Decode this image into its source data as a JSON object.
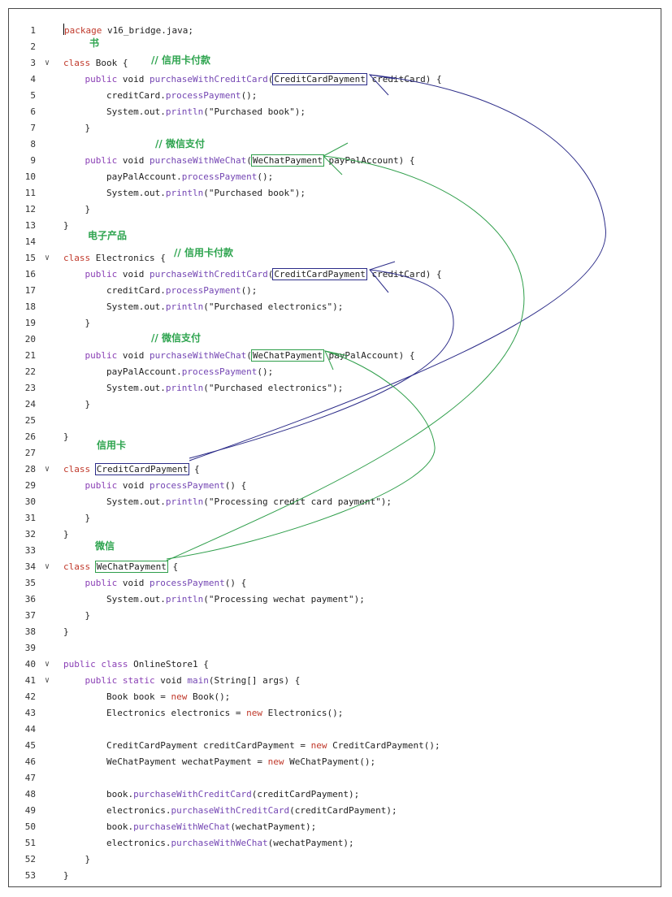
{
  "editor": {
    "lines": [
      {
        "n": "1",
        "fold": "",
        "parts": [
          {
            "cursor": true
          },
          {
            "t": "package",
            "c": "kw"
          },
          {
            "t": " v16_bridge.java;"
          }
        ]
      },
      {
        "n": "2",
        "fold": "",
        "parts": []
      },
      {
        "n": "3",
        "fold": "v",
        "parts": [
          {
            "t": "class",
            "c": "kw"
          },
          {
            "t": " Book {"
          }
        ]
      },
      {
        "n": "4",
        "fold": "",
        "parts": [
          {
            "t": "    "
          },
          {
            "t": "public",
            "c": "kw2"
          },
          {
            "t": " void "
          },
          {
            "t": "purchaseWithCreditCard",
            "c": "fn"
          },
          {
            "t": "("
          },
          {
            "t": "CreditCardPayment",
            "box": "b"
          },
          {
            "t": " creditCard) {"
          }
        ]
      },
      {
        "n": "5",
        "fold": "",
        "parts": [
          {
            "t": "        creditCard."
          },
          {
            "t": "processPayment",
            "c": "fn"
          },
          {
            "t": "();"
          }
        ]
      },
      {
        "n": "6",
        "fold": "",
        "parts": [
          {
            "t": "        System.out."
          },
          {
            "t": "println",
            "c": "fn"
          },
          {
            "t": "(\"Purchased book\");"
          }
        ]
      },
      {
        "n": "7",
        "fold": "",
        "parts": [
          {
            "t": "    }"
          }
        ]
      },
      {
        "n": "8",
        "fold": "",
        "parts": []
      },
      {
        "n": "9",
        "fold": "",
        "parts": [
          {
            "t": "    "
          },
          {
            "t": "public",
            "c": "kw2"
          },
          {
            "t": " void "
          },
          {
            "t": "purchaseWithWeChat",
            "c": "fn"
          },
          {
            "t": "("
          },
          {
            "t": "WeChatPayment",
            "box": "g"
          },
          {
            "t": " payPalAccount) {"
          }
        ]
      },
      {
        "n": "10",
        "fold": "",
        "parts": [
          {
            "t": "        payPalAccount."
          },
          {
            "t": "processPayment",
            "c": "fn"
          },
          {
            "t": "();"
          }
        ]
      },
      {
        "n": "11",
        "fold": "",
        "parts": [
          {
            "t": "        System.out."
          },
          {
            "t": "println",
            "c": "fn"
          },
          {
            "t": "(\"Purchased book\");"
          }
        ]
      },
      {
        "n": "12",
        "fold": "",
        "parts": [
          {
            "t": "    }"
          }
        ]
      },
      {
        "n": "13",
        "fold": "",
        "parts": [
          {
            "t": "}"
          }
        ]
      },
      {
        "n": "14",
        "fold": "",
        "parts": []
      },
      {
        "n": "15",
        "fold": "v",
        "parts": [
          {
            "t": "class",
            "c": "kw"
          },
          {
            "t": " Electronics {"
          }
        ]
      },
      {
        "n": "16",
        "fold": "",
        "parts": [
          {
            "t": "    "
          },
          {
            "t": "public",
            "c": "kw2"
          },
          {
            "t": " void "
          },
          {
            "t": "purchaseWithCreditCard",
            "c": "fn"
          },
          {
            "t": "("
          },
          {
            "t": "CreditCardPayment",
            "box": "b"
          },
          {
            "t": " creditCard) {"
          }
        ]
      },
      {
        "n": "17",
        "fold": "",
        "parts": [
          {
            "t": "        creditCard."
          },
          {
            "t": "processPayment",
            "c": "fn"
          },
          {
            "t": "();"
          }
        ]
      },
      {
        "n": "18",
        "fold": "",
        "parts": [
          {
            "t": "        System.out."
          },
          {
            "t": "println",
            "c": "fn"
          },
          {
            "t": "(\"Purchased electronics\");"
          }
        ]
      },
      {
        "n": "19",
        "fold": "",
        "parts": [
          {
            "t": "    }"
          }
        ]
      },
      {
        "n": "20",
        "fold": "",
        "parts": []
      },
      {
        "n": "21",
        "fold": "",
        "parts": [
          {
            "t": "    "
          },
          {
            "t": "public",
            "c": "kw2"
          },
          {
            "t": " void "
          },
          {
            "t": "purchaseWithWeChat",
            "c": "fn"
          },
          {
            "t": "("
          },
          {
            "t": "WeChatPayment",
            "box": "g"
          },
          {
            "t": " payPalAccount) {"
          }
        ]
      },
      {
        "n": "22",
        "fold": "",
        "parts": [
          {
            "t": "        payPalAccount."
          },
          {
            "t": "processPayment",
            "c": "fn"
          },
          {
            "t": "();"
          }
        ]
      },
      {
        "n": "23",
        "fold": "",
        "parts": [
          {
            "t": "        System.out."
          },
          {
            "t": "println",
            "c": "fn"
          },
          {
            "t": "(\"Purchased electronics\");"
          }
        ]
      },
      {
        "n": "24",
        "fold": "",
        "parts": [
          {
            "t": "    }"
          }
        ]
      },
      {
        "n": "25",
        "fold": "",
        "parts": []
      },
      {
        "n": "26",
        "fold": "",
        "parts": [
          {
            "t": "}"
          }
        ]
      },
      {
        "n": "27",
        "fold": "",
        "parts": []
      },
      {
        "n": "28",
        "fold": "v",
        "parts": [
          {
            "t": "class",
            "c": "kw"
          },
          {
            "t": " "
          },
          {
            "t": "CreditCardPayment",
            "box": "b"
          },
          {
            "t": " {"
          }
        ]
      },
      {
        "n": "29",
        "fold": "",
        "parts": [
          {
            "t": "    "
          },
          {
            "t": "public",
            "c": "kw2"
          },
          {
            "t": " void "
          },
          {
            "t": "processPayment",
            "c": "fn"
          },
          {
            "t": "() {"
          }
        ]
      },
      {
        "n": "30",
        "fold": "",
        "parts": [
          {
            "t": "        System.out."
          },
          {
            "t": "println",
            "c": "fn"
          },
          {
            "t": "(\"Processing credit card payment\");"
          }
        ]
      },
      {
        "n": "31",
        "fold": "",
        "parts": [
          {
            "t": "    }"
          }
        ]
      },
      {
        "n": "32",
        "fold": "",
        "parts": [
          {
            "t": "}"
          }
        ]
      },
      {
        "n": "33",
        "fold": "",
        "parts": []
      },
      {
        "n": "34",
        "fold": "v",
        "parts": [
          {
            "t": "class",
            "c": "kw"
          },
          {
            "t": " "
          },
          {
            "t": "WeChatPayment",
            "box": "g"
          },
          {
            "t": " {"
          }
        ]
      },
      {
        "n": "35",
        "fold": "",
        "parts": [
          {
            "t": "    "
          },
          {
            "t": "public",
            "c": "kw2"
          },
          {
            "t": " void "
          },
          {
            "t": "processPayment",
            "c": "fn"
          },
          {
            "t": "() {"
          }
        ]
      },
      {
        "n": "36",
        "fold": "",
        "parts": [
          {
            "t": "        System.out."
          },
          {
            "t": "println",
            "c": "fn"
          },
          {
            "t": "(\"Processing wechat payment\");"
          }
        ]
      },
      {
        "n": "37",
        "fold": "",
        "parts": [
          {
            "t": "    }"
          }
        ]
      },
      {
        "n": "38",
        "fold": "",
        "parts": [
          {
            "t": "}"
          }
        ]
      },
      {
        "n": "39",
        "fold": "",
        "parts": []
      },
      {
        "n": "40",
        "fold": "v",
        "parts": [
          {
            "t": "public class",
            "c": "kw2"
          },
          {
            "t": " OnlineStore1 {"
          }
        ]
      },
      {
        "n": "41",
        "fold": "v",
        "parts": [
          {
            "t": "    "
          },
          {
            "t": "public static",
            "c": "kw2"
          },
          {
            "t": " void "
          },
          {
            "t": "main",
            "c": "fn"
          },
          {
            "t": "(String[] args) {"
          }
        ]
      },
      {
        "n": "42",
        "fold": "",
        "parts": [
          {
            "t": "        Book book = "
          },
          {
            "t": "new",
            "c": "kw"
          },
          {
            "t": " Book();"
          }
        ]
      },
      {
        "n": "43",
        "fold": "",
        "parts": [
          {
            "t": "        Electronics electronics = "
          },
          {
            "t": "new",
            "c": "kw"
          },
          {
            "t": " Electronics();"
          }
        ]
      },
      {
        "n": "44",
        "fold": "",
        "parts": []
      },
      {
        "n": "45",
        "fold": "",
        "parts": [
          {
            "t": "        CreditCardPayment creditCardPayment = "
          },
          {
            "t": "new",
            "c": "kw"
          },
          {
            "t": " CreditCardPayment();"
          }
        ]
      },
      {
        "n": "46",
        "fold": "",
        "parts": [
          {
            "t": "        WeChatPayment wechatPayment = "
          },
          {
            "t": "new",
            "c": "kw"
          },
          {
            "t": " WeChatPayment();"
          }
        ]
      },
      {
        "n": "47",
        "fold": "",
        "parts": []
      },
      {
        "n": "48",
        "fold": "",
        "parts": [
          {
            "t": "        book."
          },
          {
            "t": "purchaseWithCreditCard",
            "c": "fn"
          },
          {
            "t": "(creditCardPayment);"
          }
        ]
      },
      {
        "n": "49",
        "fold": "",
        "parts": [
          {
            "t": "        electronics."
          },
          {
            "t": "purchaseWithCreditCard",
            "c": "fn"
          },
          {
            "t": "(creditCardPayment);"
          }
        ]
      },
      {
        "n": "50",
        "fold": "",
        "parts": [
          {
            "t": "        book."
          },
          {
            "t": "purchaseWithWeChat",
            "c": "fn"
          },
          {
            "t": "(wechatPayment);"
          }
        ]
      },
      {
        "n": "51",
        "fold": "",
        "parts": [
          {
            "t": "        electronics."
          },
          {
            "t": "purchaseWithWeChat",
            "c": "fn"
          },
          {
            "t": "(wechatPayment);"
          }
        ]
      },
      {
        "n": "52",
        "fold": "",
        "parts": [
          {
            "t": "    }"
          }
        ]
      },
      {
        "n": "53",
        "fold": "",
        "parts": [
          {
            "t": "}"
          }
        ]
      }
    ]
  },
  "annotations": {
    "book": "书",
    "book_credit": "// 信用卡付款",
    "book_wechat": "// 微信支付",
    "electronics": "电子产品",
    "electronics_credit": "// 信用卡付款",
    "electronics_wechat": "// 微信支付",
    "credit_card": "信用卡",
    "wechat": "微信"
  },
  "colors": {
    "keyword": "#c0392b",
    "method": "#7446b3",
    "note": "#2ea44f",
    "credit_arrow": "#2b2b88",
    "wechat_arrow": "#2e9e4a"
  }
}
